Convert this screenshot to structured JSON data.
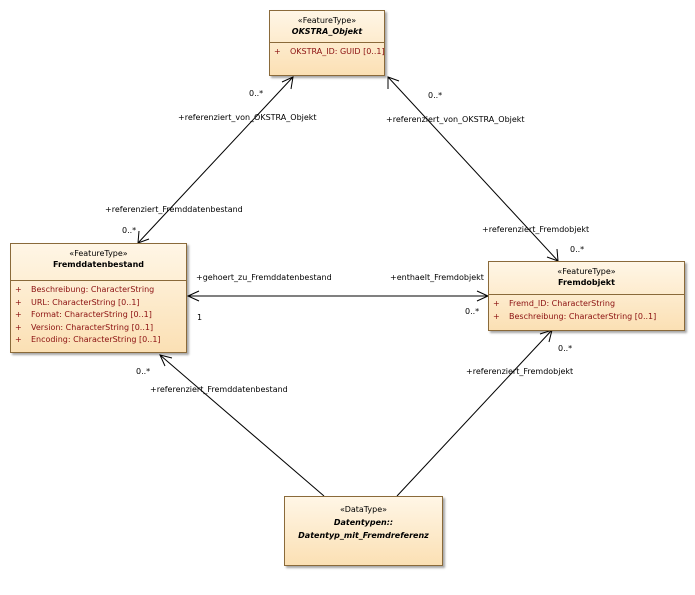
{
  "classes": {
    "okstra_objekt": {
      "stereotype": "«FeatureType»",
      "name": "OKSTRA_Objekt",
      "attributes": [
        {
          "vis": "+",
          "text": "OKSTRA_ID: GUID [0..1]"
        }
      ]
    },
    "fremddatenbestand": {
      "stereotype": "«FeatureType»",
      "name": "Fremddatenbestand",
      "attributes": [
        {
          "vis": "+",
          "text": "Beschreibung: CharacterString"
        },
        {
          "vis": "+",
          "text": "URL: CharacterString [0..1]"
        },
        {
          "vis": "+",
          "text": "Format: CharacterString [0..1]"
        },
        {
          "vis": "+",
          "text": "Version: CharacterString [0..1]"
        },
        {
          "vis": "+",
          "text": "Encoding: CharacterString [0..1]"
        }
      ]
    },
    "fremdobjekt": {
      "stereotype": "«FeatureType»",
      "name": "Fremdobjekt",
      "attributes": [
        {
          "vis": "+",
          "text": "Fremd_ID: CharacterString"
        },
        {
          "vis": "+",
          "text": "Beschreibung: CharacterString [0..1]"
        }
      ]
    },
    "datentyp": {
      "stereotype": "«DataType»",
      "name_line1": "Datentypen::",
      "name_line2": "Datentyp_mit_Fremdreferenz"
    }
  },
  "labels": {
    "ref_okstra_left": "+referenziert_von_OKSTRA_Objekt",
    "ref_okstra_right": "+referenziert_von_OKSTRA_Objekt",
    "mult_okstra_left": "0..*",
    "mult_okstra_right": "0..*",
    "ref_fdb_top": "+referenziert_Fremddatenbestand",
    "mult_fdb_top": "0..*",
    "ref_fo_top": "+referenziert_Fremdobjekt",
    "mult_fo_top": "0..*",
    "gehoert": "+gehoert_zu_Fremddatenbestand",
    "enthaelt": "+enthaelt_Fremdobjekt",
    "mult_one": "1",
    "mult_fo_mid": "0..*",
    "mult_fdb_bottom": "0..*",
    "ref_fdb_bottom": "+referenziert_Fremddatenbestand",
    "mult_fo_bottom": "0..*",
    "ref_fo_bottom": "+referenziert_Fremdobjekt"
  }
}
